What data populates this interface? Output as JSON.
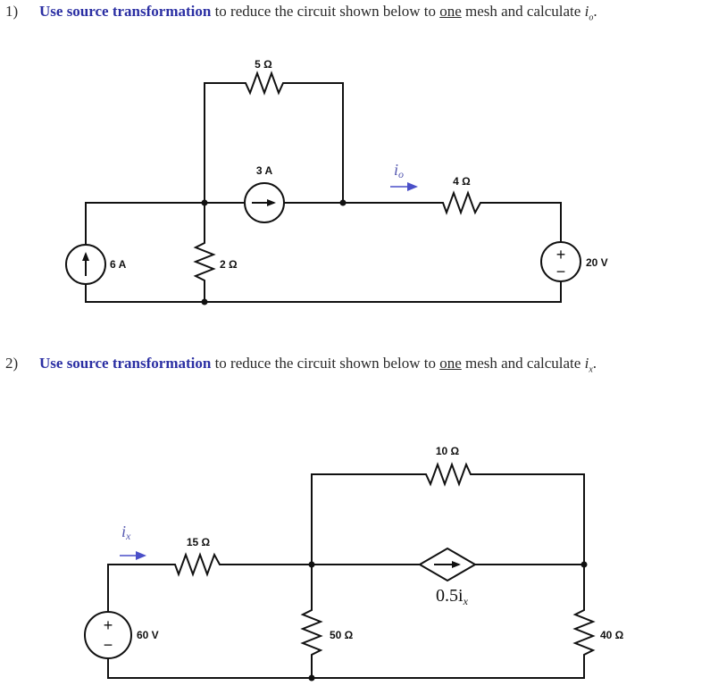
{
  "problems": [
    {
      "number": "1)",
      "highlight": "Use source transformation",
      "text_before_underline": " to reduce the circuit shown below to ",
      "underlined": "one",
      "text_after_underline": " mesh and calculate ",
      "variable": "i",
      "variable_sub": "o",
      "end": ".",
      "circuit": {
        "resistor_top": "5 Ω",
        "current_source_mid": "3 A",
        "current_label": "i",
        "current_label_sub": "o",
        "resistor_right": "4 Ω",
        "current_source_left": "6 A",
        "resistor_shunt": "2 Ω",
        "voltage_source": "20 V",
        "plus": "+",
        "minus": "−"
      }
    },
    {
      "number": "2)",
      "highlight": "Use source transformation",
      "text_before_underline": " to reduce the circuit shown below to ",
      "underlined": "one",
      "text_after_underline": " mesh and calculate ",
      "variable": "i",
      "variable_sub": "x",
      "end": ".",
      "circuit": {
        "resistor_top": "10 Ω",
        "current_label": "i",
        "current_label_sub": "x",
        "resistor_series": "15 Ω",
        "dependent_source": "0.5i",
        "dependent_source_sub": "x",
        "voltage_source": "60 V",
        "resistor_mid": "50 Ω",
        "resistor_right": "40 Ω",
        "plus": "+",
        "minus": "−"
      }
    }
  ],
  "colors": {
    "highlight": "#2b2fa3",
    "current_arrow": "#4a4fc8"
  }
}
